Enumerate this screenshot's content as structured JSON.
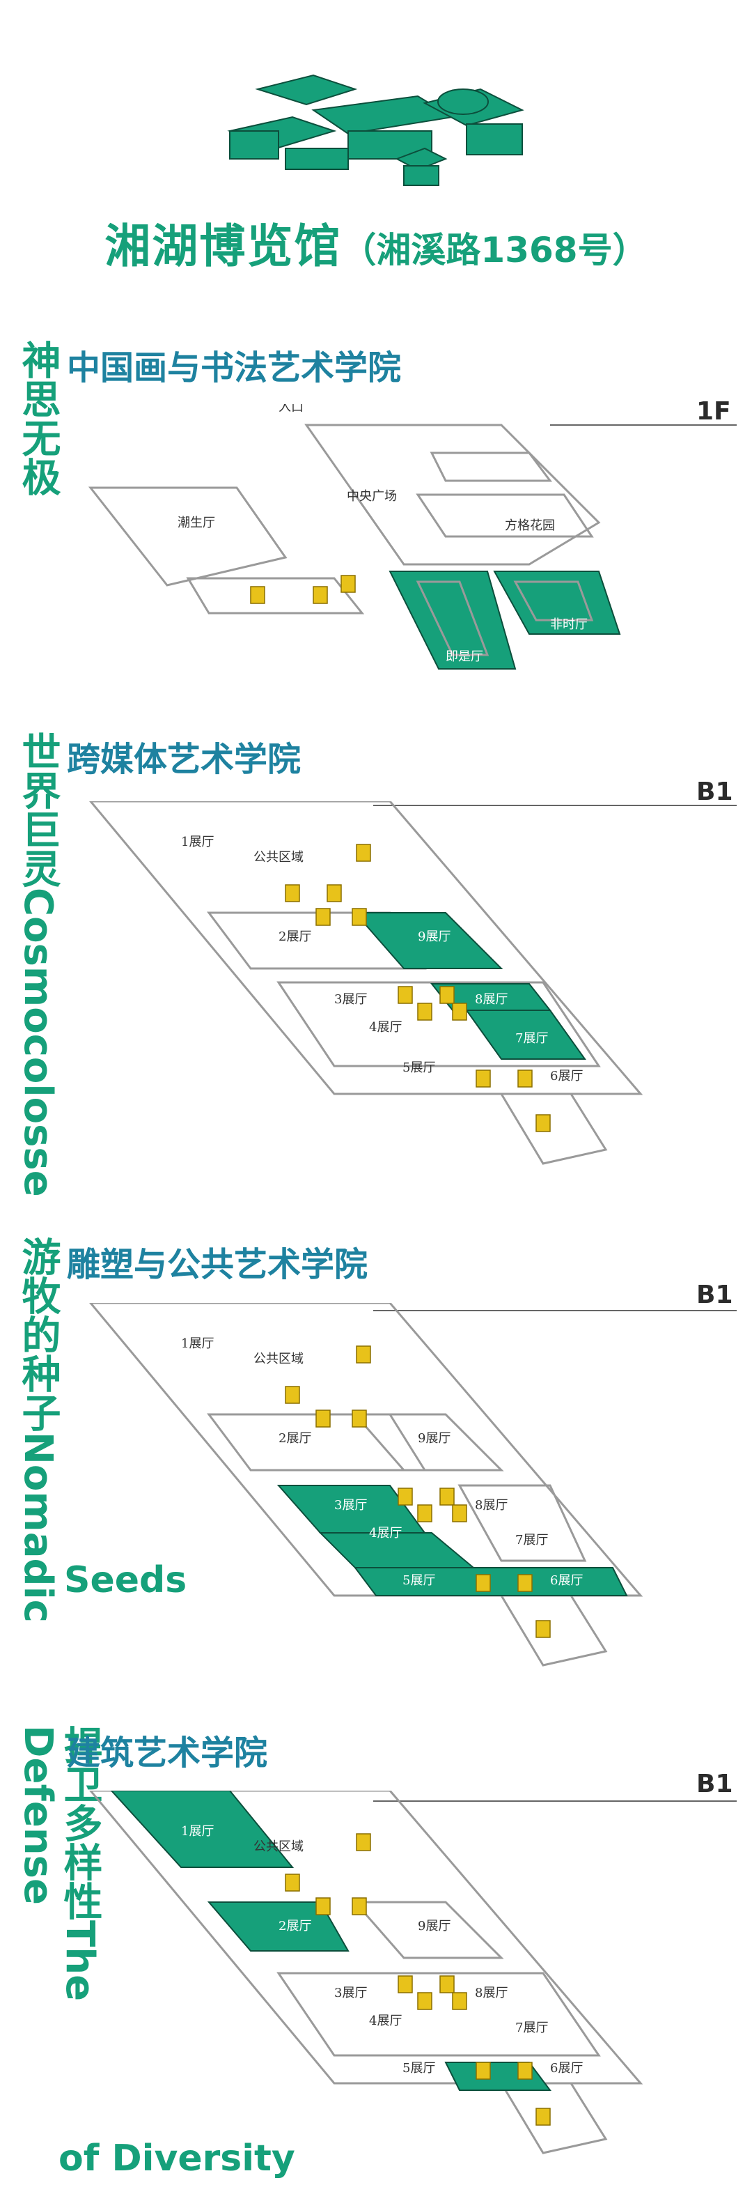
{
  "header": {
    "title": "湘湖博览馆",
    "subtitle": "（湘溪路1368号）"
  },
  "sections": [
    {
      "vertical_title": "神思无极",
      "academy": "中国画与书法艺术学院",
      "floor": "1F",
      "labels": {
        "entrance": "入口",
        "hall_chao": "潮生厅",
        "plaza": "中央广场",
        "garden": "方格花园",
        "hall_ji": "即是厅",
        "hall_fei": "非时厅"
      }
    },
    {
      "vertical_title": "世界巨灵",
      "latin": "Cosmocolosse",
      "academy": "跨媒体艺术学院",
      "floor": "B1",
      "labels": {
        "h1": "1展厅",
        "public": "公共区域",
        "h2": "2展厅",
        "h9": "9展厅",
        "h3": "3展厅",
        "h8": "8展厅",
        "h4": "4展厅",
        "h7": "7展厅",
        "h5": "5展厅",
        "h6": "6展厅"
      }
    },
    {
      "vertical_title": "游牧的种子",
      "latin": "Nomadic",
      "latin2": "Seeds",
      "academy": "雕塑与公共艺术学院",
      "floor": "B1",
      "labels": {
        "h1": "1展厅",
        "public": "公共区域",
        "h2": "2展厅",
        "h9": "9展厅",
        "h3": "3展厅",
        "h8": "8展厅",
        "h4": "4展厅",
        "h7": "7展厅",
        "h5": "5展厅",
        "h6": "6展厅"
      }
    },
    {
      "vertical_title": "捍卫多样性",
      "latin": "The Defense",
      "latin2": "of Diversity",
      "academy": "建筑艺术学院",
      "floor": "B1",
      "labels": {
        "h1": "1展厅",
        "public": "公共区域",
        "h2": "2展厅",
        "h9": "9展厅",
        "h3": "3展厅",
        "h8": "8展厅",
        "h4": "4展厅",
        "h7": "7展厅",
        "h5": "5展厅",
        "h6": "6展厅"
      }
    }
  ],
  "colors": {
    "green": "#16a07a",
    "teal": "#1e82a0",
    "icon": "#e8c21a",
    "line": "#9a9a9a"
  }
}
